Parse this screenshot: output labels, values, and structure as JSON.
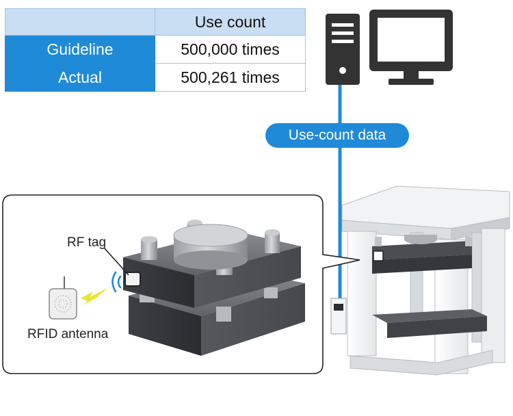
{
  "table": {
    "header": "Use count",
    "rows": [
      {
        "label": "Guideline",
        "value": "500,000 times"
      },
      {
        "label": "Actual",
        "value": "500,261 times"
      }
    ]
  },
  "labels": {
    "data_link": "Use-count data",
    "rf_tag": "RF tag",
    "rfid_antenna": "RFID antenna"
  },
  "colors": {
    "accent_blue": "#1f8ad8",
    "header_blue": "#c9ddf3",
    "computer_dark": "#333333"
  },
  "icons": [
    "server-icon",
    "monitor-icon"
  ]
}
